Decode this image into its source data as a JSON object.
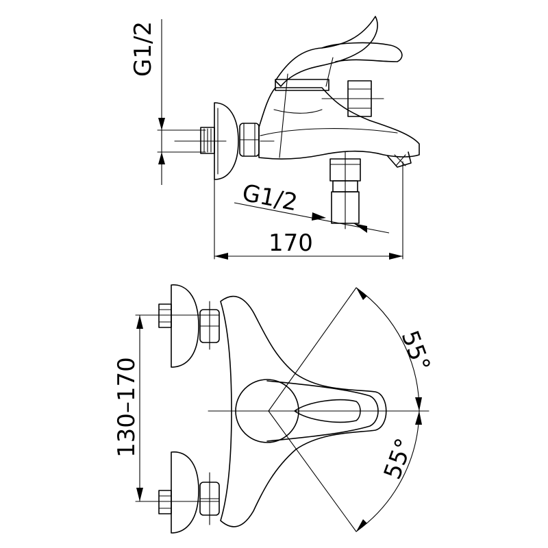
{
  "labels": {
    "side_inlet_thread": "G1/2",
    "outlet_thread": "G1/2",
    "length": "170",
    "center_distance": "130–170",
    "angle_upper": "55°",
    "angle_lower": "55°"
  }
}
